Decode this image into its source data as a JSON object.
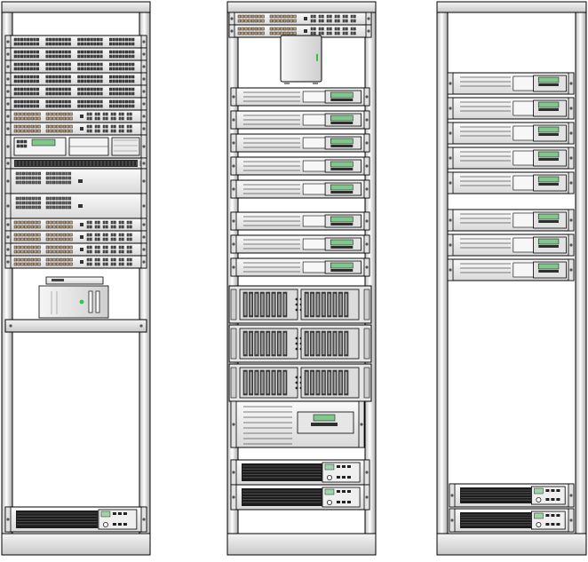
{
  "diagram": {
    "racks": [
      {
        "id": "rack-left",
        "units": [
          {
            "kind": "patch-panel",
            "count": 6
          },
          {
            "kind": "switch",
            "count": 2
          },
          {
            "kind": "router",
            "count": 1
          },
          {
            "kind": "cable-manager",
            "count": 1
          },
          {
            "kind": "modem-bank",
            "count": 2
          },
          {
            "kind": "switch",
            "count": 4
          },
          {
            "kind": "shelf-with-desktop-devices",
            "count": 1
          },
          {
            "kind": "ups",
            "count": 1
          }
        ]
      },
      {
        "id": "rack-middle",
        "units": [
          {
            "kind": "switch",
            "count": 2
          },
          {
            "kind": "wall-mounted-enclosure",
            "count": 1
          },
          {
            "kind": "1u-server",
            "count": 8
          },
          {
            "kind": "disk-array",
            "count": 3
          },
          {
            "kind": "2u-server",
            "count": 1
          },
          {
            "kind": "ups",
            "count": 2
          }
        ]
      },
      {
        "id": "rack-right",
        "units": [
          {
            "kind": "1u-server",
            "count": 8
          },
          {
            "kind": "ups",
            "count": 2
          }
        ]
      }
    ],
    "colors": {
      "rack-frame": "#e8e8e8",
      "outline": "#000000",
      "device-body": "#f2f2f2",
      "lcd-green": "#7fc78a",
      "port-copper": "#c9a27a",
      "power-led": "#35c24a"
    }
  }
}
